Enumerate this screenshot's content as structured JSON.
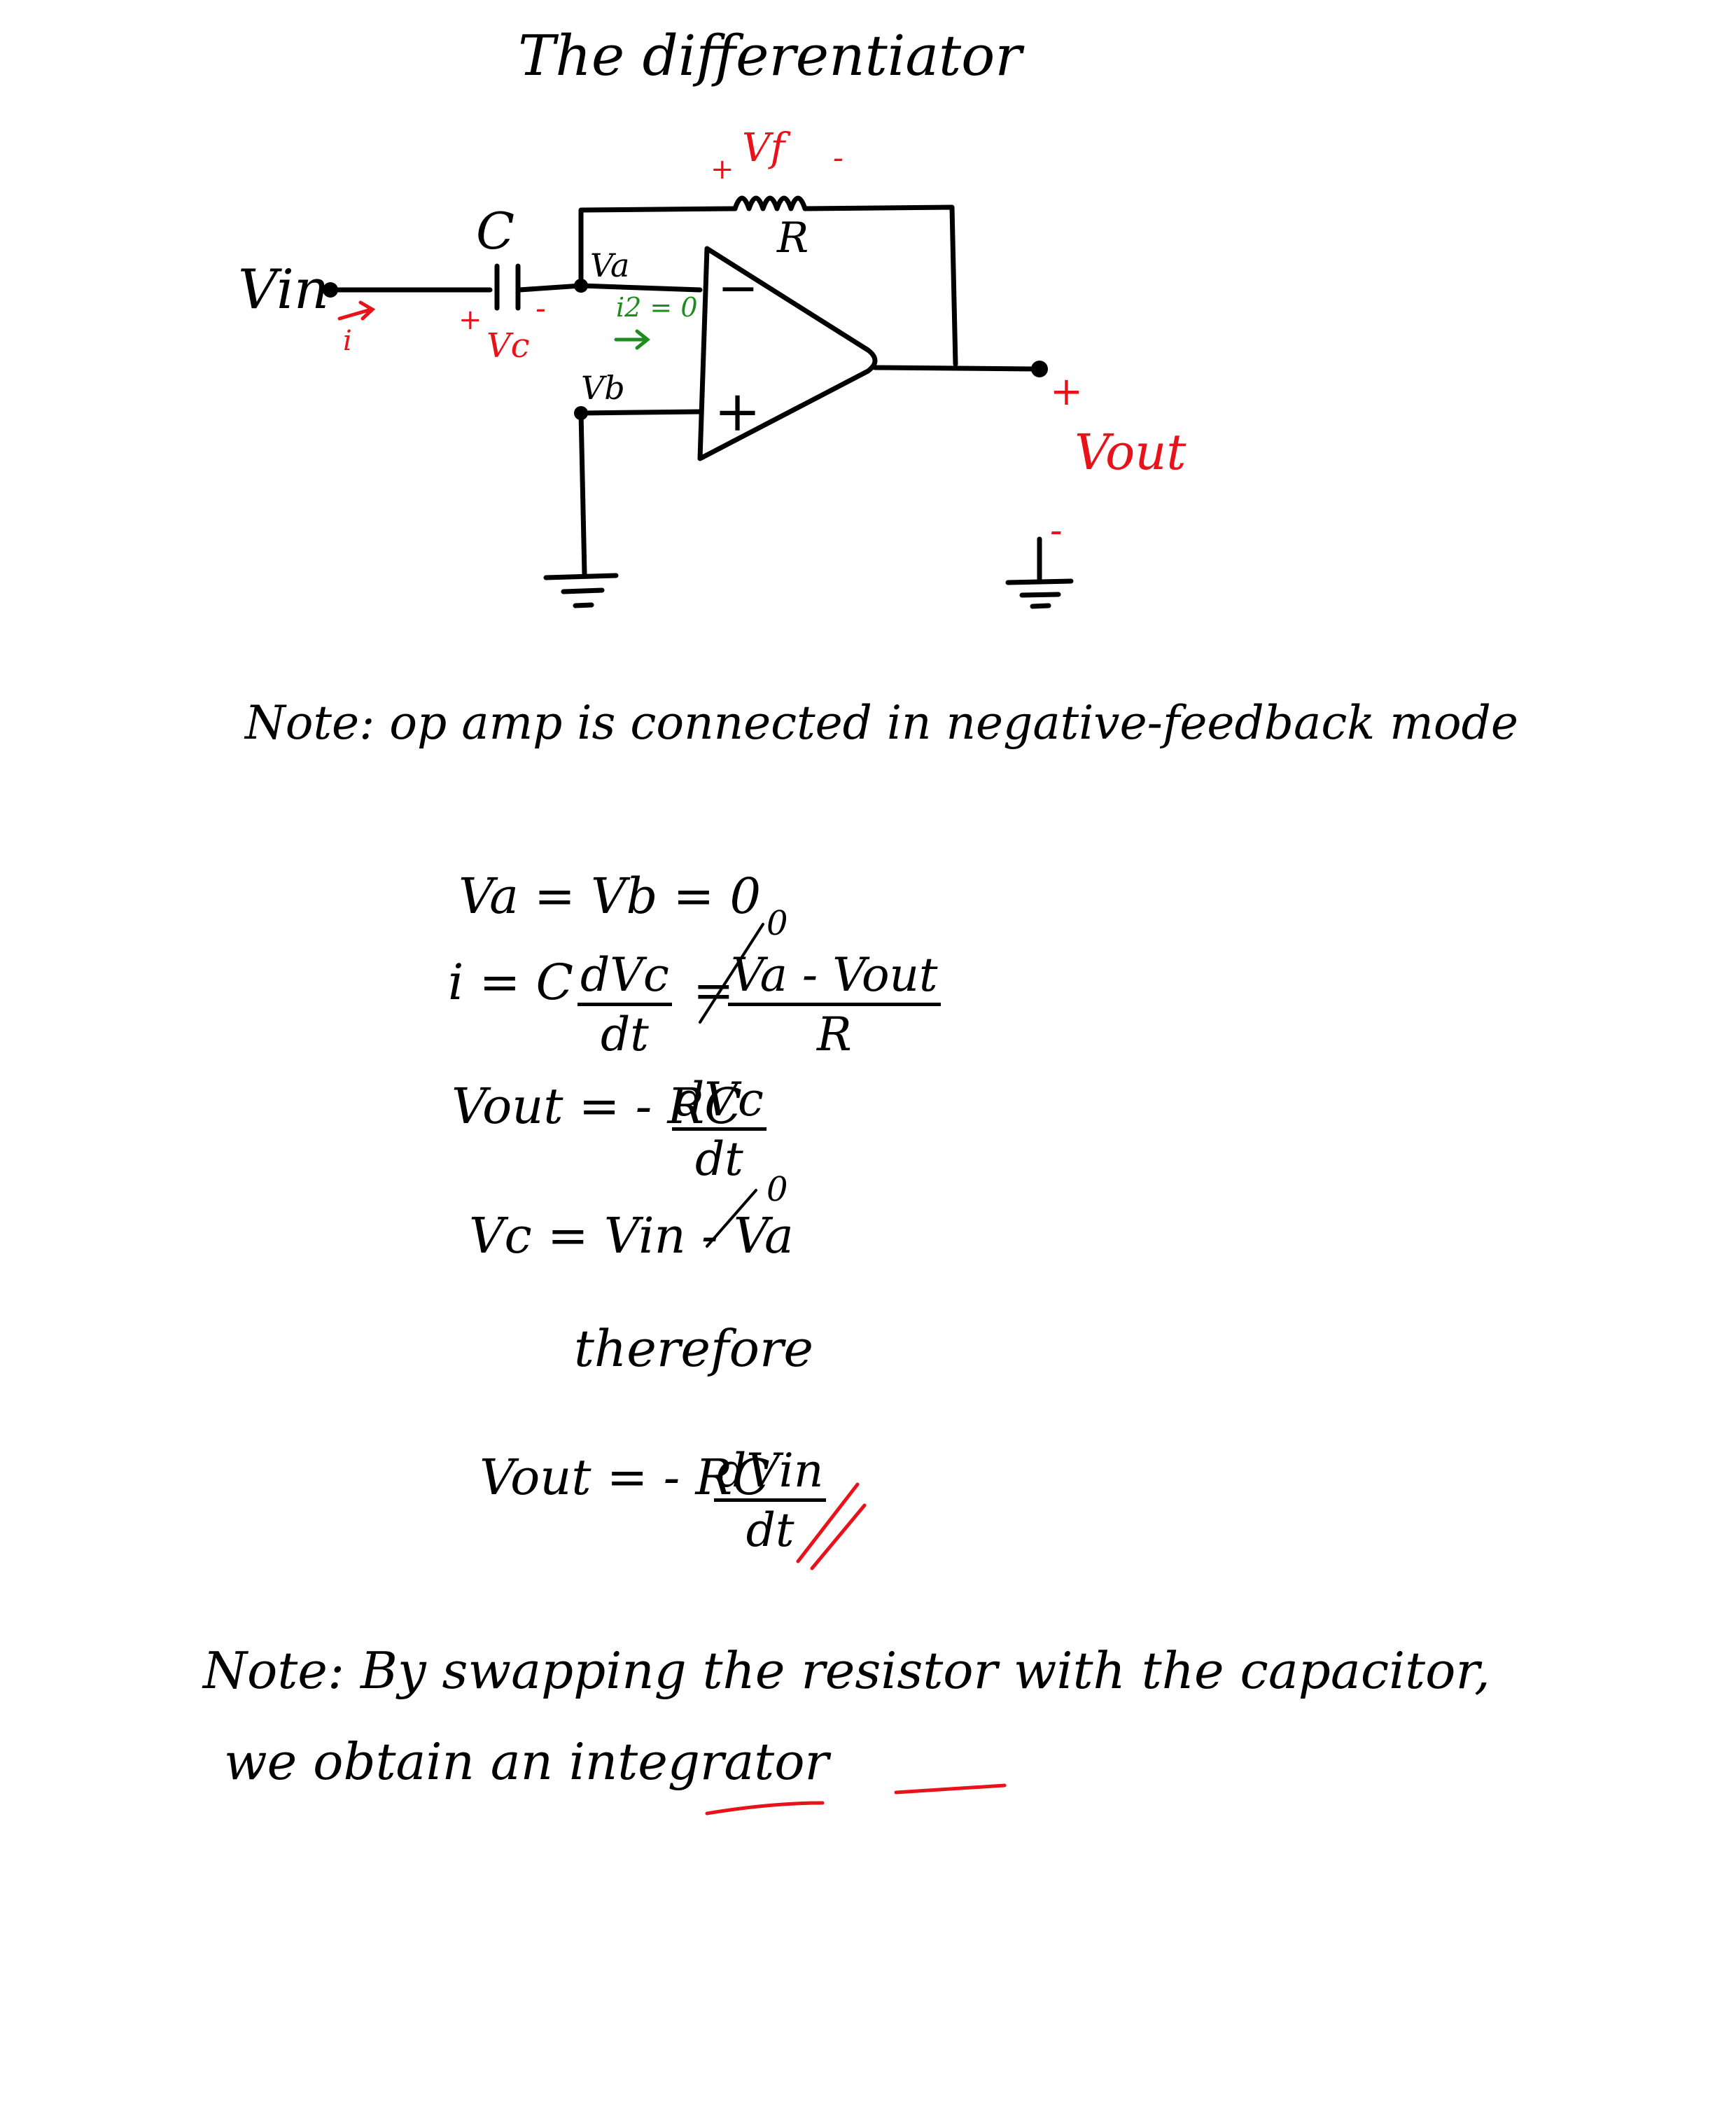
{
  "title": "The differentiator",
  "circuit": {
    "vin_label": "Vin",
    "cap_label": "C",
    "vc_label": "Vc",
    "vc_plus": "+",
    "vc_minus": "-",
    "va_label": "Va",
    "vb_label": "Vb",
    "i2_label": "i2 = 0",
    "i_label": "i",
    "vf_label": "Vf",
    "vf_plus": "+",
    "vf_minus": "-",
    "r_label": "R",
    "opamp_minus": "−",
    "opamp_plus": "+",
    "vout_label": "Vout",
    "vout_plus": "+",
    "vout_minus": "-",
    "colors": {
      "annotation_red": "#e8121b",
      "current_green": "#1e8c1e",
      "ink": "#000000"
    }
  },
  "note1": "Note: op amp is connected in negative-feedback mode",
  "equations": {
    "eq1": "Va = Vb = 0",
    "eq2_left": "i = C",
    "eq2_frac1_num": "dVc",
    "eq2_frac1_den": "dt",
    "eq2_eq": "=",
    "eq2_frac2_num": "Va - Vout",
    "eq2_frac2_den": "R",
    "eq2_zero": "0",
    "eq3_left": "Vout = - RC",
    "eq3_frac_num": "dVc",
    "eq3_frac_den": "dt",
    "eq4": "Vc = Vin - Va",
    "eq4_zero": "0",
    "therefore": "therefore",
    "eq5_left": "Vout = - RC",
    "eq5_frac_num": "dVin",
    "eq5_frac_den": "dt"
  },
  "note2_line1": "Note: By swapping the resistor with the capacitor,",
  "note2_line2": "we obtain an integrator"
}
